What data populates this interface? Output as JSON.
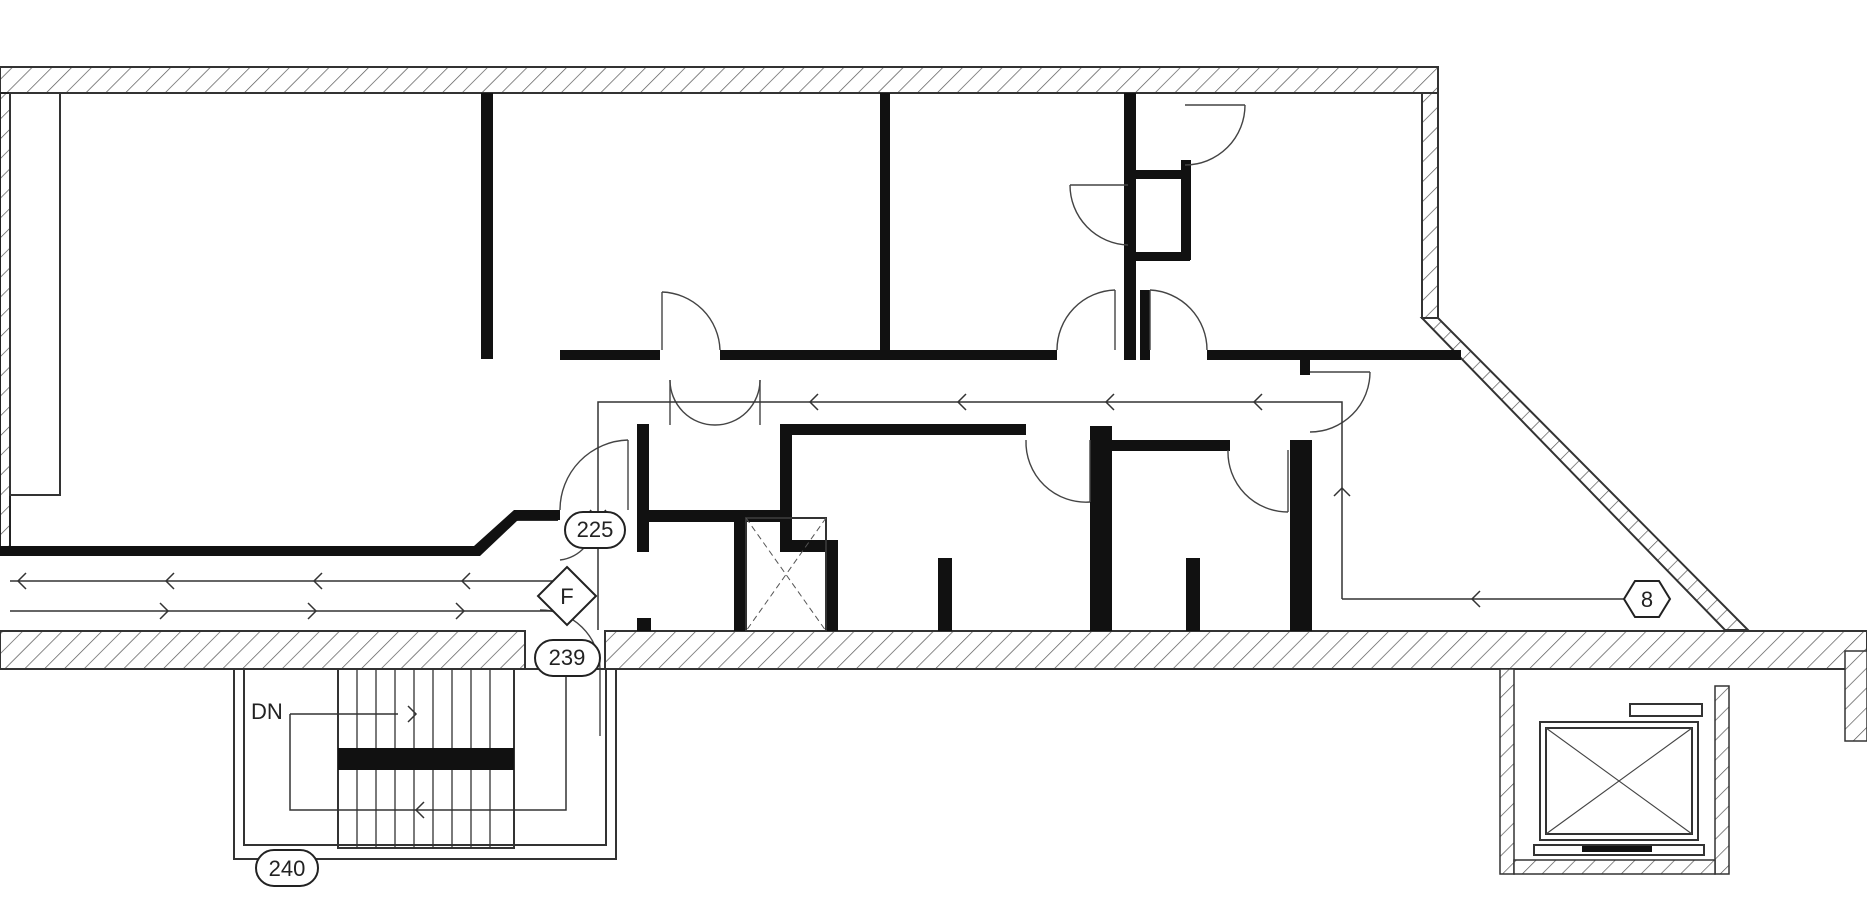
{
  "plan": {
    "room_tags": [
      {
        "id": "225",
        "label": "225"
      },
      {
        "id": "239",
        "label": "239"
      },
      {
        "id": "240",
        "label": "240"
      }
    ],
    "exit_tag": {
      "label": "8"
    },
    "equipment_tag": {
      "label": "F"
    },
    "stair_label": "DN"
  }
}
